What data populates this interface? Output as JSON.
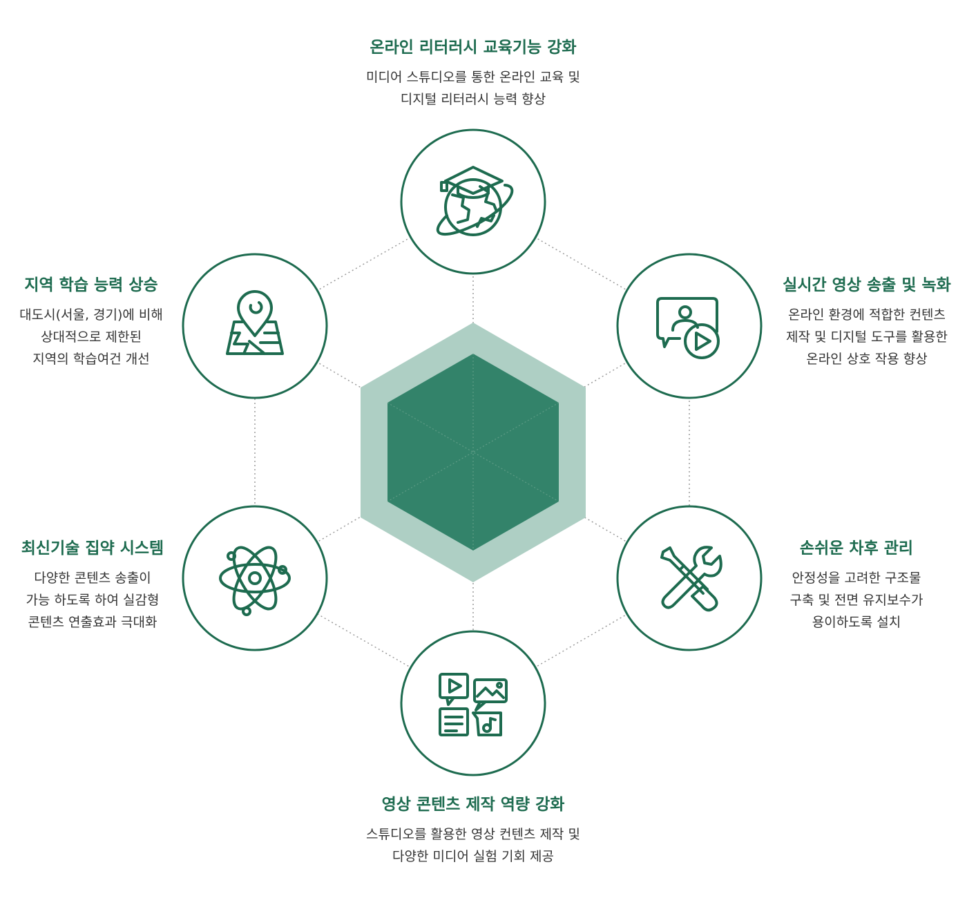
{
  "colors": {
    "primary": "#1d6b4f",
    "hex_inner": "#33836a",
    "hex_outer": "#aecfc4",
    "dotted_line": "#9a9a9a"
  },
  "nodes": [
    {
      "id": "top",
      "icon": "graduation-globe-icon",
      "title": "온라인 리터러시 교육기능 강화",
      "lines": [
        "미디어 스튜디오를 통한 온라인 교육 및",
        "디지털 리터러시 능력 향상"
      ]
    },
    {
      "id": "upper-right",
      "icon": "live-video-chat-icon",
      "title": "실시간 영상 송출 및 녹화",
      "lines": [
        "온라인 환경에 적합한 컨텐츠",
        "제작 및 디지털 도구를 활용한",
        "온라인 상호 작용 향상"
      ]
    },
    {
      "id": "lower-right",
      "icon": "wrench-screwdriver-icon",
      "title": "손쉬운 차후 관리",
      "lines": [
        "안정성을 고려한 구조물",
        "구축 및 전면 유지보수가",
        "용이하도록 설치"
      ]
    },
    {
      "id": "bottom",
      "icon": "media-content-icon",
      "title": "영상 콘텐츠 제작 역량 강화",
      "lines": [
        "스튜디오를 활용한 영상 컨텐츠 제작 및",
        "다양한 미디어 실험 기회 제공"
      ]
    },
    {
      "id": "lower-left",
      "icon": "atom-icon",
      "title": "최신기술 집약 시스템",
      "lines": [
        "다양한 콘텐츠 송출이",
        "가능 하도록 하여 실감형",
        "콘텐츠 연출효과 극대화"
      ]
    },
    {
      "id": "upper-left",
      "icon": "map-pin-icon",
      "title": "지역 학습 능력 상승",
      "lines": [
        "대도시(서울, 경기)에 비해",
        "상대적으로 제한된",
        "지역의 학습여건 개선"
      ]
    }
  ]
}
